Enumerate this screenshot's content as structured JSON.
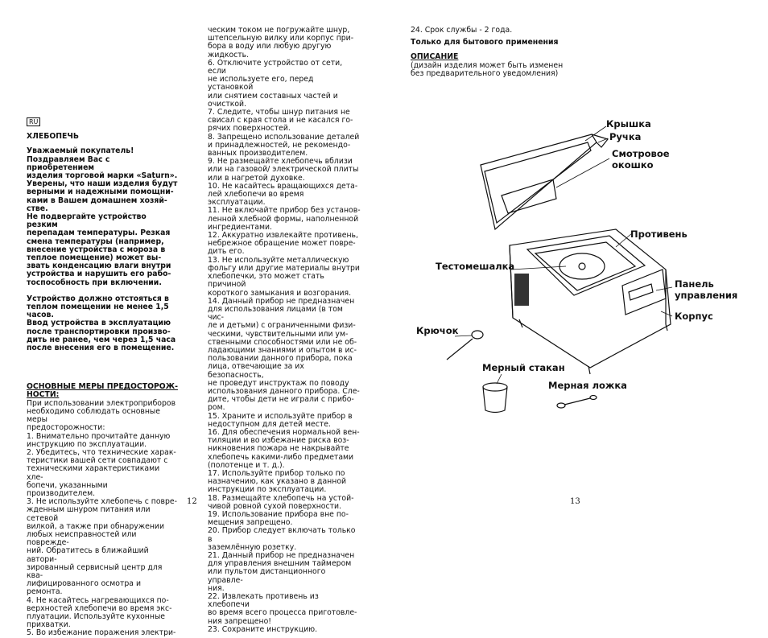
{
  "left_page": {
    "lang_badge": "RU",
    "title": "ХЛЕБОПЕЧЬ",
    "greeting": [
      "Уважаемый покупатель!",
      "Поздравляем Вас с приобретением",
      "изделия торговой марки «Saturn».",
      "Уверены, что наши изделия будут",
      "верными и надежными помощни-",
      "ками в Вашем домашнем хозяй-",
      "стве.",
      "Не подвергайте устройство резким",
      "перепадам температуры. Резкая",
      "смена температуры (например,",
      "внесение устройства с мороза в",
      "теплое помещение) может вы-",
      "звать конденсацию влаги внутри",
      "устройства и нарушить его рабо-",
      "тоспособность при включении."
    ],
    "note": [
      "Устройство должно отстояться в",
      "теплом помещении не менее 1,5",
      "часов.",
      "Ввод устройства в эксплуатацию",
      "после транспортировки произво-",
      "дить не ранее, чем через 1,5 часа",
      "после внесения его в помещение."
    ],
    "section_title": [
      "ОСНОВНЫЕ МЕРЫ ПРЕДОСТОРОЖ-",
      "НОСТИ:"
    ],
    "body": [
      "При использовании электроприборов",
      "необходимо соблюдать основные меры",
      "предосторожности:",
      "1. Внимательно прочитайте данную",
      "инструкцию по эксплуатации.",
      "2. Убедитесь, что технические харак-",
      "теристики вашей сети совпадают с",
      "техническими характеристиками хле-",
      "бопечи, указанными производителем.",
      "3. Не используйте хлебопечь с повре-",
      "жденным шнуром питания или сетевой",
      "вилкой, а также при обнаружении",
      "любых неисправностей или поврежде-",
      "ний. Обратитесь в ближайший автори-",
      "зированный сервисный центр для ква-",
      "лифицированного осмотра и ремонта.",
      "4. Не касайтесь нагревающихся по-",
      "верхностей хлебопечи во время экс-",
      "плуатации. Используйте кухонные",
      "прихватки.",
      "5. Во избежание поражения электри-"
    ]
  },
  "middle": {
    "lines": [
      "ческим током не погружайте шнур,",
      "штепсельную вилку или корпус при-",
      "бора в воду или любую другую",
      "жидкость.",
      "6. Отключите устройство от сети, если",
      "не используете его, перед установкой",
      "или снятием составных частей и",
      "очисткой.",
      "7. Следите, чтобы шнур питания не",
      "свисал с края стола и не касался го-",
      "рячих поверхностей.",
      "8. Запрещено использование деталей",
      "и принадлежностей, не рекомендо-",
      "ванных производителем.",
      "9. Не размещайте хлебопечь вблизи",
      "или на газовой/ электрической плиты",
      "или в нагретой духовке.",
      "10. Не касайтесь вращающихся дета-",
      "лей хлебопечи во время эксплуатации.",
      "11. Не включайте прибор без установ-",
      "ленной хлебной формы, наполненной",
      "ингредиентами.",
      "12. Аккуратно извлекайте противень,",
      "небрежное обращение может повре-",
      "дить его.",
      "13. Не используйте металлическую",
      "фольгу или другие материалы внутри",
      "хлебопечки, это может стать причиной",
      "короткого замыкания и возгорания.",
      "14. Данный прибор не предназначен",
      "для использования лицами (в том чис-",
      "ле и детьми) с ограниченными физи-",
      "ческими, чувствительными или ум-",
      "ственными способностями или не об-",
      "ладающими знаниями и опытом в ис-",
      "пользовании данного прибора, пока",
      "лица, отвечающие за их безопасность,",
      "не проведут инструктаж по поводу",
      "использования данного прибора. Сле-",
      "дите, чтобы дети не играли с прибо-",
      "ром.",
      "15. Храните и используйте прибор в",
      "недоступном для детей месте.",
      "16. Для обеспечения нормальной вен-",
      "тиляции и во избежание риска воз-",
      "никновения пожара не накрывайте",
      "хлебопечь какими-либо предметами",
      "(полотенце и т. д.).",
      "17. Используйте прибор только по",
      "назначению, как указано в данной",
      "инструкции по эксплуатации.",
      "18. Размещайте хлебопечь на устой-",
      "чивой ровной сухой поверхности.",
      "19. Использование прибора вне по-",
      "мещения запрещено.",
      "20. Прибор следует включать только в",
      "заземлённую розетку.",
      "21. Данный прибор не предназначен",
      "для управления внешним таймером",
      "или пультом дистанционного управле-",
      "ния.",
      "22. Извлекать противень из хлебопечи",
      "во время всего процесса приготовле-",
      "ния запрещено!",
      "23. Сохраните инструкцию."
    ],
    "page_number": "12"
  },
  "right_page": {
    "service_life": "24. Срок службы - 2 года.",
    "household": "Только для бытового применения",
    "desc_title": "ОПИСАНИЕ",
    "desc_note": [
      "(дизайн изделия может быть изменен",
      "без предварительного уведомления)"
    ],
    "labels": {
      "lid": "Крышка",
      "handle": "Ручка",
      "window_1": "Смотровое",
      "window_2": "окошко",
      "pan": "Противень",
      "kneader": "Тестомешалка",
      "panel_1": "Панель",
      "panel_2": "управления",
      "body": "Корпус",
      "hook": "Крючок",
      "cup": "Мерный стакан",
      "spoon": "Мерная ложка"
    },
    "page_number": "13"
  }
}
